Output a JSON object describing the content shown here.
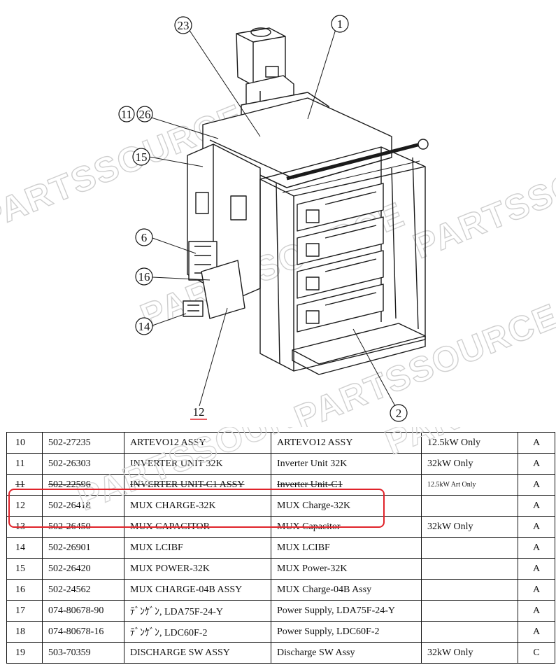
{
  "watermark": "PARTSSOURCE",
  "callouts": {
    "c23": "23",
    "c1": "1",
    "c11": "11",
    "c26": "26",
    "c15": "15",
    "c6": "6",
    "c16": "16",
    "c14": "14",
    "c12": "12",
    "c2": "2"
  },
  "table": {
    "rows": [
      {
        "no": "10",
        "part": "502-27235",
        "name": "ARTEVO12 ASSY",
        "desc": "ARTEVO12 ASSY",
        "note": "12.5kW Only",
        "cls": "A"
      },
      {
        "no": "11",
        "part": "502-26303",
        "name": "INVERTER UNIT 32K",
        "desc": "Inverter Unit 32K",
        "note": "32kW Only",
        "cls": "A"
      },
      {
        "no": "11",
        "part": "502-22596",
        "name": "INVERTER UNIT-C1 ASSY",
        "desc": "Inverter Unit-C1",
        "note": "12.5kW Art Only",
        "cls": "A"
      },
      {
        "no": "12",
        "part": "502-26418",
        "name": "MUX CHARGE-32K",
        "desc": "MUX Charge-32K",
        "note": "",
        "cls": "A"
      },
      {
        "no": "13",
        "part": "502-26450",
        "name": "MUX CAPACITOR",
        "desc": "MUX Capacitor",
        "note": "32kW Only",
        "cls": "A"
      },
      {
        "no": "14",
        "part": "502-26901",
        "name": "MUX LCIBF",
        "desc": "MUX LCIBF",
        "note": "",
        "cls": "A"
      },
      {
        "no": "15",
        "part": "502-26420",
        "name": "MUX POWER-32K",
        "desc": "MUX Power-32K",
        "note": "",
        "cls": "A"
      },
      {
        "no": "16",
        "part": "502-24562",
        "name": "MUX CHARGE-04B ASSY",
        "desc": "MUX Charge-04B Assy",
        "note": "",
        "cls": "A"
      },
      {
        "no": "17",
        "part": "074-80678-90",
        "name": "ﾃﾞﾝｹﾞﾝ, LDA75F-24-Y",
        "desc": "Power Supply, LDA75F-24-Y",
        "note": "",
        "cls": "A"
      },
      {
        "no": "18",
        "part": "074-80678-16",
        "name": "ﾃﾞﾝｹﾞﾝ, LDC60F-2",
        "desc": "Power Supply, LDC60F-2",
        "note": "",
        "cls": "A"
      },
      {
        "no": "19",
        "part": "503-70359",
        "name": "DISCHARGE SW ASSY",
        "desc": "Discharge SW Assy",
        "note": "32kW Only",
        "cls": "C"
      }
    ]
  },
  "highlight_color": "#e0232a"
}
